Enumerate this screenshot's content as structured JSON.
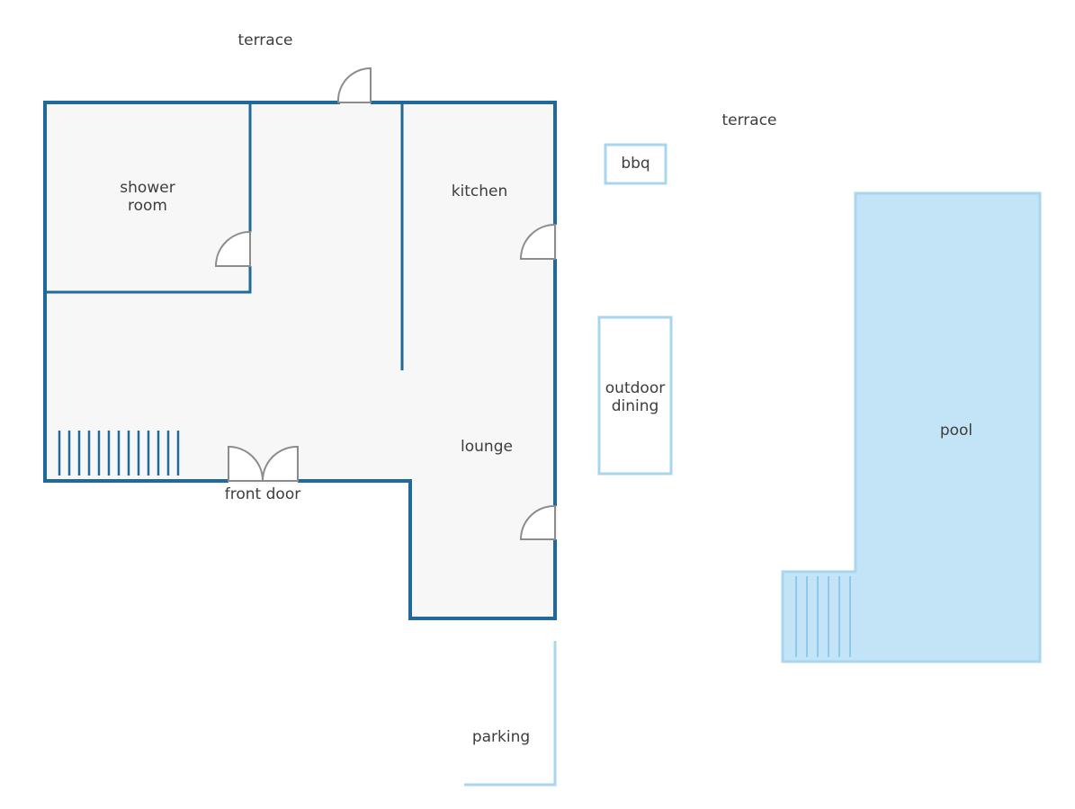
{
  "colors": {
    "wall": "#1f6a9a",
    "floor": "#f7f7f7",
    "outdoor_outline": "#a9d6ef",
    "pool_fill": "#c3e4f7",
    "door": "#8c8c8c",
    "label": "#3d3d3d"
  },
  "labels": {
    "terrace_top": "terrace",
    "terrace_right": "terrace",
    "shower_room_line1": "shower",
    "shower_room_line2": "room",
    "kitchen": "kitchen",
    "bbq": "bbq",
    "outdoor_dining_line1": "outdoor",
    "outdoor_dining_line2": "dining",
    "lounge": "lounge",
    "front_door": "front door",
    "pool": "pool",
    "parking": "parking"
  }
}
